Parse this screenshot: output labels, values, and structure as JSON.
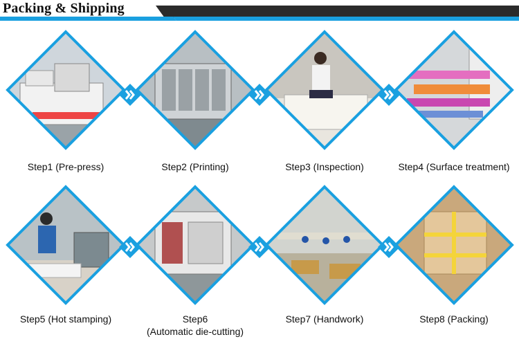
{
  "header": {
    "title": "Packing & Shipping",
    "accent_color": "#1aa0e0",
    "bar_color": "#2b2b2b"
  },
  "steps": [
    {
      "label": "Step1 (Pre-press)",
      "scene": "prepress-machine-photo"
    },
    {
      "label": "Step2 (Printing)",
      "scene": "printing-press-photo"
    },
    {
      "label": "Step3 (Inspection)",
      "scene": "inspection-worker-photo"
    },
    {
      "label": "Step4 (Surface treatment)",
      "scene": "lamination-machine-photo"
    },
    {
      "label": "Step5 (Hot stamping)",
      "scene": "hot-stamping-worker-photo"
    },
    {
      "label": "Step6",
      "label2": "(Automatic die-cutting)",
      "scene": "die-cutting-machine-photo"
    },
    {
      "label": "Step7 (Handwork)",
      "scene": "handwork-workshop-photo"
    },
    {
      "label": "Step8 (Packing)",
      "scene": "packed-cartons-photo"
    }
  ],
  "arrow_icon": "double-chevron-right-icon",
  "frame_color": "#1aa0e0"
}
